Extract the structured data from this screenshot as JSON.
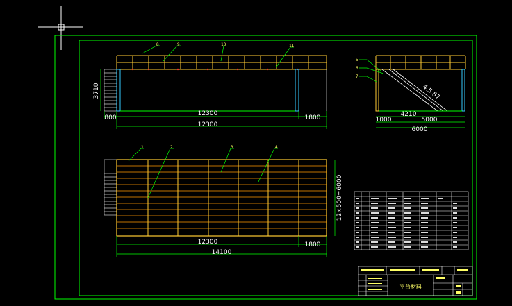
{
  "drawing": {
    "colors": {
      "background": "#000000",
      "frame": "#00ff00",
      "structure": "#ffcc33",
      "grating": "#ff9900",
      "dimension": "#00ff00",
      "text": "#ffffff",
      "stairs": "#cccccc",
      "wall": "#33ccff"
    },
    "elevation": {
      "callouts": [
        "8",
        "9",
        "10",
        "11"
      ],
      "height_dim": "3710",
      "dims": {
        "left": "800",
        "span": "12300",
        "right": "1800",
        "total": "12300"
      }
    },
    "side_view": {
      "callouts": [
        "5",
        "6",
        "7"
      ],
      "slope_label": "4.5.57",
      "dims": {
        "a": "4210",
        "b": "5000",
        "left": "1000",
        "total": "6000"
      }
    },
    "plan": {
      "callouts": [
        "1",
        "2",
        "3",
        "4"
      ],
      "side_dim": "12×500=6000",
      "dims": {
        "span": "12300",
        "right": "1800",
        "total": "14100"
      }
    },
    "title_block": {
      "title": "平台材料",
      "top_cells": [
        "",
        "",
        "",
        ""
      ]
    }
  }
}
